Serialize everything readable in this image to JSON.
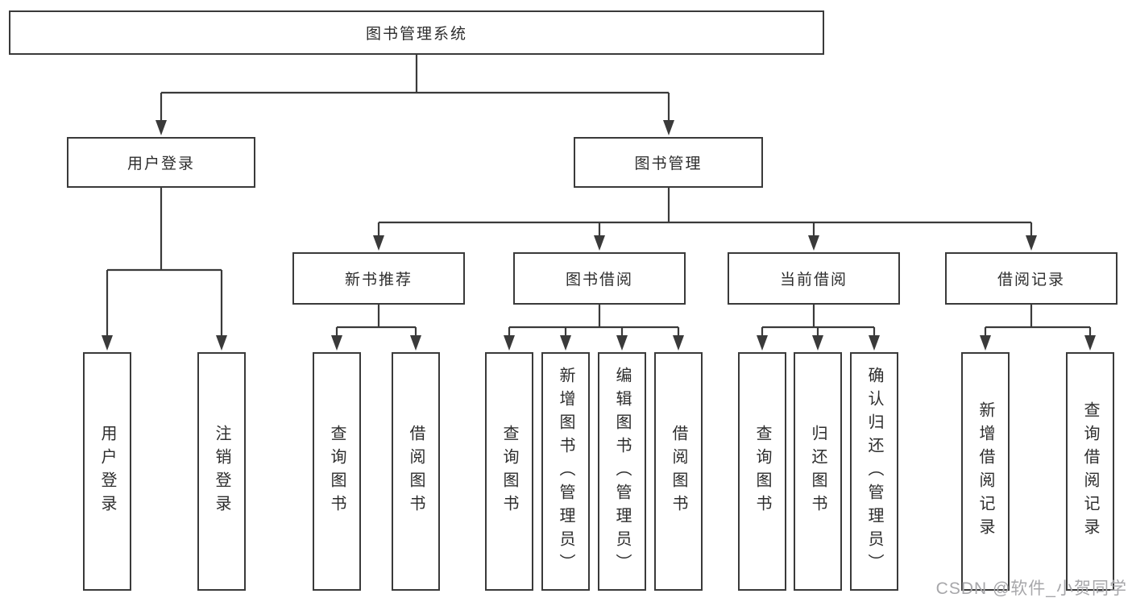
{
  "tree": {
    "root": {
      "label": "图书管理系统"
    },
    "branches": [
      {
        "label": "用户登录",
        "children": [
          {
            "label": "用户登录"
          },
          {
            "label": "注销登录"
          }
        ]
      },
      {
        "label": "图书管理",
        "children": [
          {
            "label": "新书推荐",
            "children": [
              {
                "label": "查询图书"
              },
              {
                "label": "借阅图书"
              }
            ]
          },
          {
            "label": "图书借阅",
            "children": [
              {
                "label": "查询图书"
              },
              {
                "label": "新增图书（管理员）"
              },
              {
                "label": "编辑图书（管理员）"
              },
              {
                "label": "借阅图书"
              }
            ]
          },
          {
            "label": "当前借阅",
            "children": [
              {
                "label": "查询图书"
              },
              {
                "label": "归还图书"
              },
              {
                "label": "确认归还（管理员）"
              }
            ]
          },
          {
            "label": "借阅记录",
            "children": [
              {
                "label": "新增借阅记录"
              },
              {
                "label": "查询借阅记录"
              }
            ]
          }
        ]
      }
    ]
  },
  "watermark": "CSDN @软件_小贺同学",
  "colors": {
    "line": "#3a3a3a",
    "text": "#2d2d2d",
    "watermark": "#a7a7aa",
    "background": "#ffffff"
  }
}
